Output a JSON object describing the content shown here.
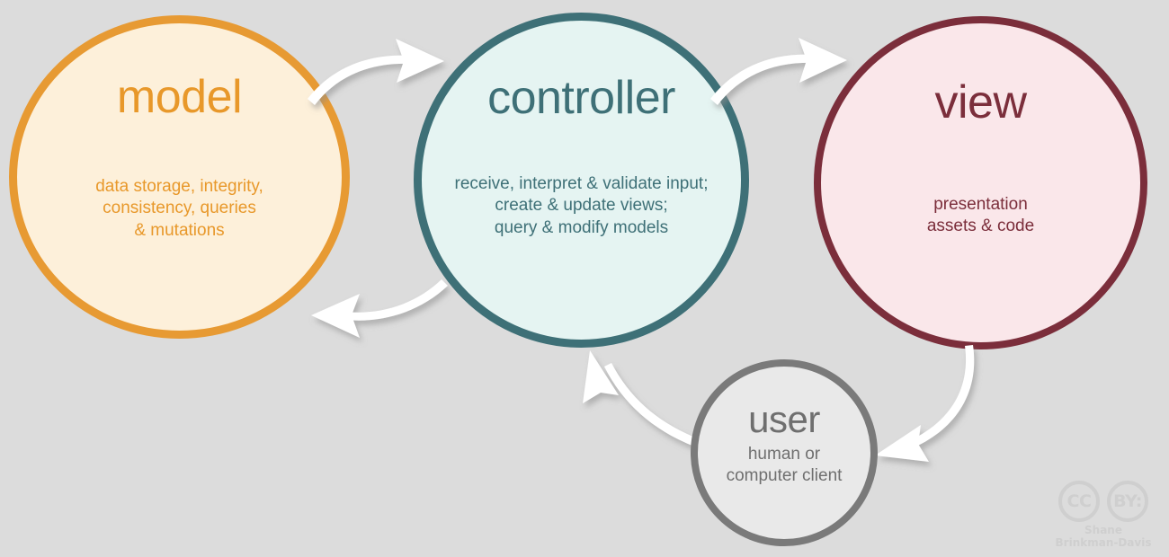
{
  "diagram": {
    "title": "MVC (Model View Controller) architecture diagram",
    "background_color": "#dcdcdc",
    "arrow_color": "#ffffff"
  },
  "nodes": {
    "model": {
      "title": "model",
      "description": "data storage, integrity,\nconsistency, queries\n& mutations",
      "border_color": "#e79a33",
      "fill_color": "#fdf0da",
      "text_color": "#e8982a"
    },
    "controller": {
      "title": "controller",
      "description": "receive, interpret & validate input;\ncreate & update views;\nquery & modify models",
      "border_color": "#3e7077",
      "fill_color": "#e5f4f2",
      "text_color": "#3e7077"
    },
    "view": {
      "title": "view",
      "description": "presentation\nassets & code",
      "border_color": "#7b2e3b",
      "fill_color": "#fae7ea",
      "text_color": "#7b2e3b"
    },
    "user": {
      "title": "user",
      "description": "human or\ncomputer client",
      "border_color": "#7a7a7a",
      "fill_color": "#e9e9e9",
      "text_color": "#6f6f6f"
    }
  },
  "arrows": [
    {
      "name": "model-to-controller",
      "from": "model",
      "to": "controller",
      "label": ""
    },
    {
      "name": "controller-to-model",
      "from": "controller",
      "to": "model",
      "label": ""
    },
    {
      "name": "controller-to-view",
      "from": "controller",
      "to": "view",
      "label": ""
    },
    {
      "name": "view-to-user",
      "from": "view",
      "to": "user",
      "label": ""
    },
    {
      "name": "user-to-controller",
      "from": "user",
      "to": "controller",
      "label": ""
    }
  ],
  "attribution": {
    "cc_mark": "CC",
    "by_mark": "BY:",
    "author": "Shane\nBrinkman-Davis",
    "color": "#cfcfcf"
  }
}
